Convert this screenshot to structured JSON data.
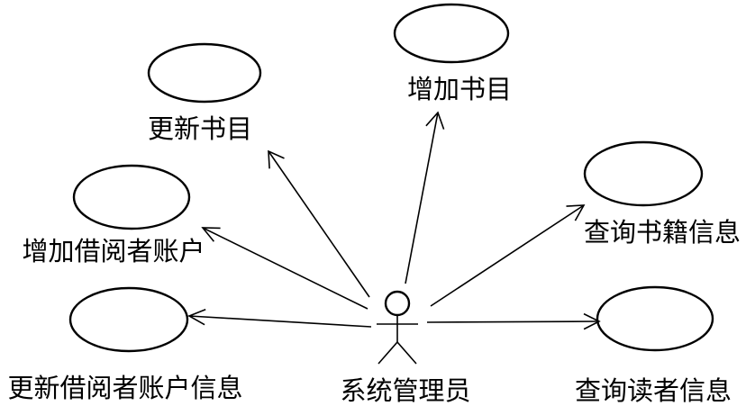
{
  "diagram": {
    "actor": {
      "label": "系统管理员"
    },
    "use_cases": [
      {
        "label": "更新书目"
      },
      {
        "label": "增加书目"
      },
      {
        "label": "增加借阅者账户"
      },
      {
        "label": "查询书籍信息"
      },
      {
        "label": "更新借阅者账户信息"
      },
      {
        "label": "查询读者信息"
      }
    ]
  },
  "colors": {
    "stroke": "#000000",
    "background": "#ffffff"
  }
}
